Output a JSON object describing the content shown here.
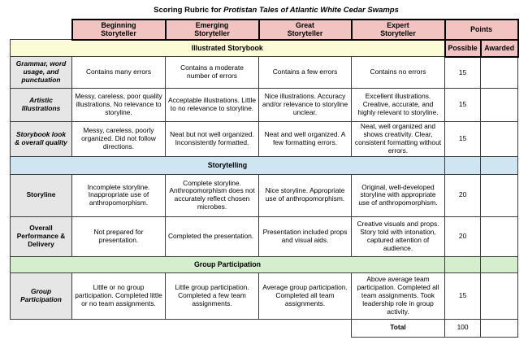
{
  "title": {
    "prefix": "Scoring Rubric for",
    "work": "Protistan Tales of Atlantic White Cedar Swamps"
  },
  "colors": {
    "header_pink": "#f2c4c1",
    "illustrated_storybook_yellow": "#fbfbd6",
    "storytelling_blue": "#cfe5f2",
    "group_participation_green": "#d5eecd",
    "row_label_gray": "#e6e6e6"
  },
  "header": {
    "levels": [
      {
        "top": "Beginning",
        "bottom": "Storyteller"
      },
      {
        "top": "Emerging",
        "bottom": "Storyteller"
      },
      {
        "top": "Great",
        "bottom": "Storyteller"
      },
      {
        "top": "Expert",
        "bottom": "Storyteller"
      }
    ],
    "points": "Points",
    "possible": "Possible",
    "awarded": "Awarded"
  },
  "sections": {
    "storybook": {
      "title": "Illustrated Storybook"
    },
    "storytelling": {
      "title": "Storytelling"
    },
    "group": {
      "title": "Group Participation"
    }
  },
  "rows": [
    {
      "label": "Grammar, word usage, and punctuation",
      "beginning": "Contains many errors",
      "emerging": "Contains a moderate number of errors",
      "great": "Contains a few errors",
      "expert": "Contains no errors",
      "possible": "15"
    },
    {
      "label": "Artistic Illustrations",
      "beginning": "Messy, careless, poor quality illustrations. No relevance to storyline.",
      "emerging": "Acceptable illustrations. Little to no relevance to storyline.",
      "great": "Nice illustrations. Accuracy and/or relevance to storyline unclear.",
      "expert": "Excellent illustrations. Creative, accurate, and highly relevant to storyline.",
      "possible": "15"
    },
    {
      "label": "Storybook look & overall quality",
      "beginning": "Messy, careless, poorly organized. Did not follow directions.",
      "emerging": "Neat but not well organized. Inconsistently formatted.",
      "great": "Neat and well organized. A few formatting errors.",
      "expert": "Neat, well organized and shows creativity. Clear, consistent formatting without errors.",
      "possible": "15"
    },
    {
      "label": "Storyline",
      "beginning": "Incomplete storyline. Inappropriate use of anthropomorphism.",
      "emerging": "Complete storyline. Anthropomorphism does not accurately reflect chosen microbes.",
      "great": "Nice storyline. Appropriate use of anthropomorphism.",
      "expert": "Original, well-developed storyline with appropriate use of anthropomorphism.",
      "possible": "20"
    },
    {
      "label": "Overall Performance & Delivery",
      "beginning": "Not prepared for presentation.",
      "emerging": "Completed the presentation.",
      "great": "Presentation included props and visual aids.",
      "expert": "Creative visuals and props. Story told with intonation, captured attention of audience.",
      "possible": "20"
    },
    {
      "label": "Group Participation",
      "beginning": "Little or no group participation. Completed little or no team assignments.",
      "emerging": "Little group participation. Completed a few team assignments.",
      "great": "Average group participation. Completed all team assignments.",
      "expert": "Above average team participation. Completed all team assignments. Took leadership role in group activity.",
      "possible": "15"
    }
  ],
  "total": {
    "label": "Total",
    "possible": "100"
  }
}
